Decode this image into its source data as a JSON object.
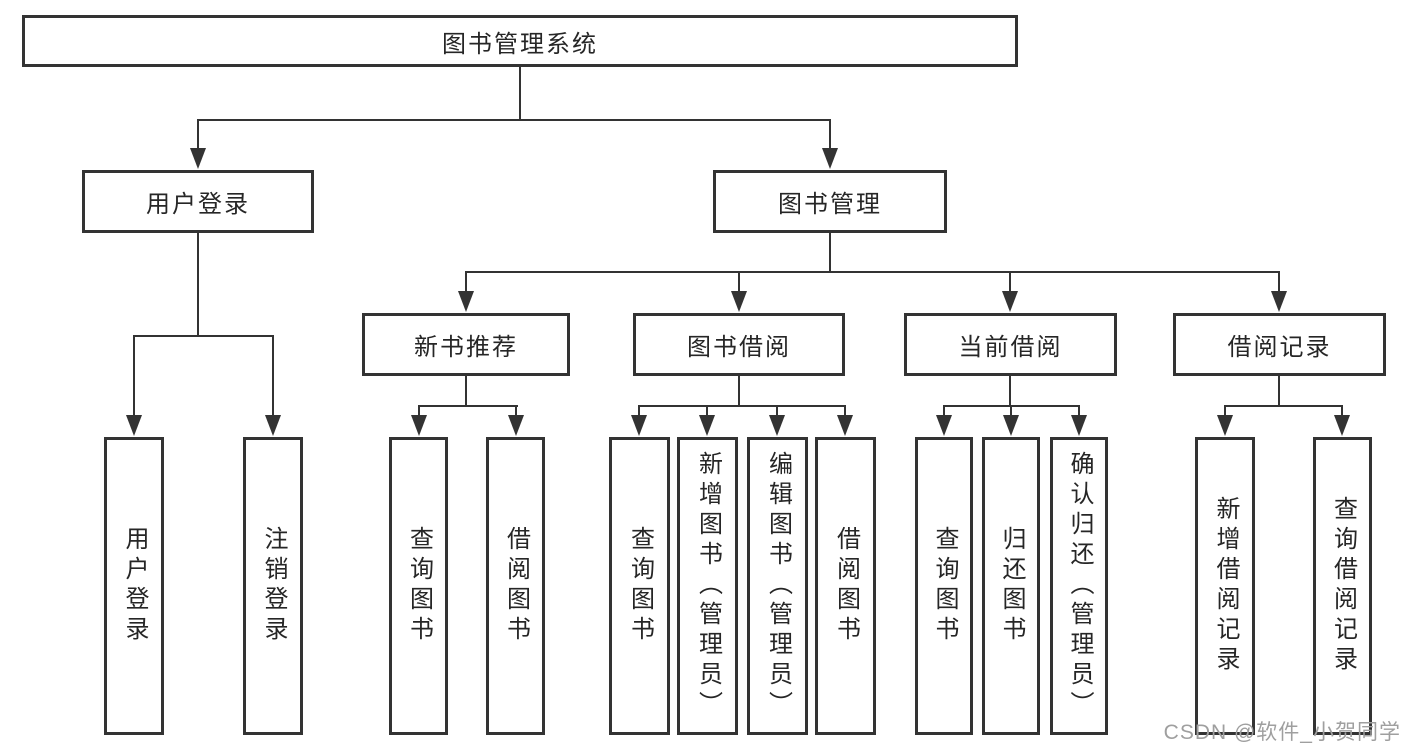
{
  "tree": {
    "label": "图书管理系统",
    "children": [
      {
        "label": "用户登录",
        "children": [
          {
            "label": "用户登录"
          },
          {
            "label": "注销登录"
          }
        ]
      },
      {
        "label": "图书管理",
        "children": [
          {
            "label": "新书推荐",
            "children": [
              {
                "label": "查询图书"
              },
              {
                "label": "借阅图书"
              }
            ]
          },
          {
            "label": "图书借阅",
            "children": [
              {
                "label": "查询图书"
              },
              {
                "label": "新增图书（管理员）"
              },
              {
                "label": "编辑图书（管理员）"
              },
              {
                "label": "借阅图书"
              }
            ]
          },
          {
            "label": "当前借阅",
            "children": [
              {
                "label": "查询图书"
              },
              {
                "label": "归还图书"
              },
              {
                "label": "确认归还（管理员）"
              }
            ]
          },
          {
            "label": "借阅记录",
            "children": [
              {
                "label": "新增借阅记录"
              },
              {
                "label": "查询借阅记录"
              }
            ]
          }
        ]
      }
    ]
  },
  "watermark": {
    "text": "CSDN @软件_小贺同学"
  },
  "colors": {
    "line": "#333333",
    "box_border": "#333333",
    "text": "#262626",
    "watermark": "#9f9f9f",
    "background": "#ffffff"
  }
}
